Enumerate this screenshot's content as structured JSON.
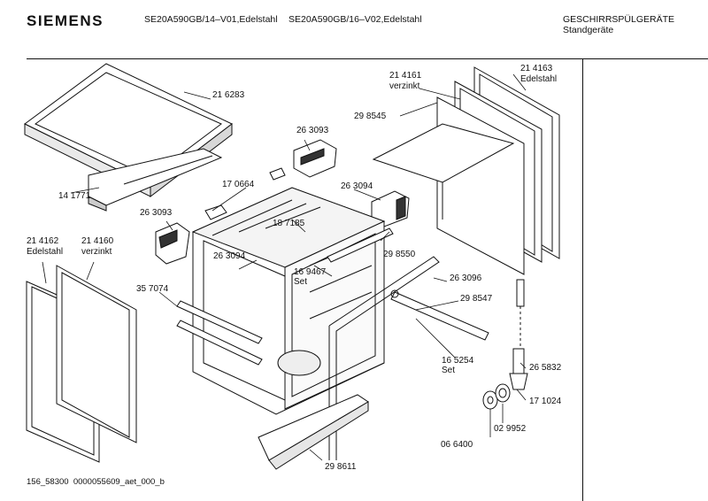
{
  "header": {
    "brand": "SIEMENS",
    "model_1": "SE20A590GB/14–V01,Edelstahl",
    "model_2": "SE20A590GB/16–V02,Edelstahl",
    "category": "GESCHIRRSPÜLGERÄTE",
    "subcategory": "Standgeräte"
  },
  "parts": {
    "p216283": "21 6283",
    "p141771": "14 1771",
    "p263093a": "26 3093",
    "p263093b": "26 3093",
    "p170664": "17 0664",
    "p187185": "18 7185",
    "p263094a": "26 3094",
    "p263094b": "26 3094",
    "p169467": "16 9467",
    "set_a": "Set",
    "p298550": "29 8550",
    "p263096": "26 3096",
    "p214161": "21 4161",
    "verzinkt_a": "verzinkt",
    "p214163": "21 4163",
    "edelstahl_a": "Edelstahl",
    "p298545": "29 8545",
    "p214162": "21 4162",
    "edelstahl_b": "Edelstahl",
    "p214160": "21 4160",
    "verzinkt_b": "verzinkt",
    "p357074": "35 7074",
    "p298547": "29 8547",
    "p165254": "16 5254",
    "set_b": "Set",
    "p265832": "26 5832",
    "p171024": "17 1024",
    "p029952": "02 9952",
    "p066400": "06 6400",
    "p298611": "29 8611"
  },
  "footer": {
    "code": "156_58300  0000055609_aet_000_b"
  }
}
